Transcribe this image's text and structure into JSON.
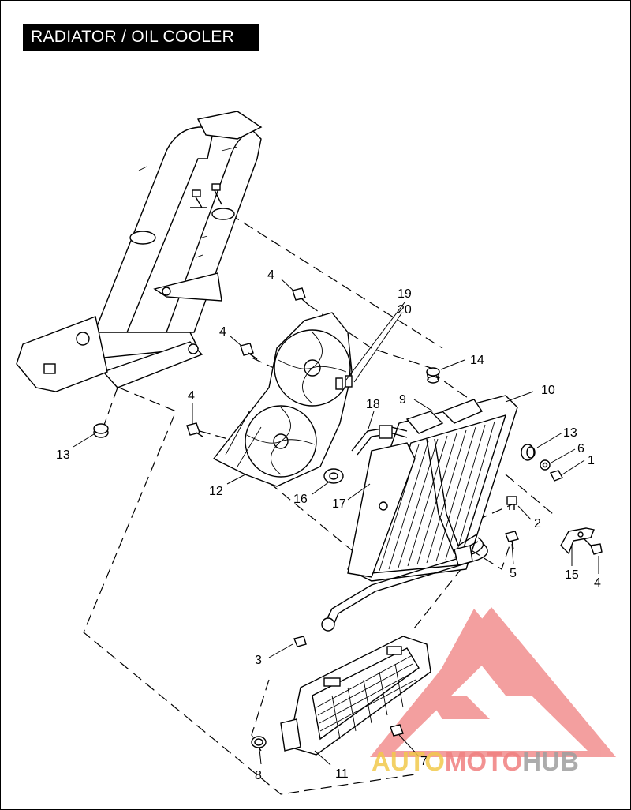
{
  "title": "RADIATOR / OIL COOLER",
  "callouts": {
    "c1": "1",
    "c2": "2",
    "c3": "3",
    "c4a": "4",
    "c4b": "4",
    "c4c": "4",
    "c4d": "4",
    "c5": "5",
    "c6": "6",
    "c7": "7",
    "c8": "8",
    "c9": "9",
    "c10": "10",
    "c11": "11",
    "c12": "12",
    "c13a": "13",
    "c13b": "13",
    "c14": "14",
    "c15": "15",
    "c16": "16",
    "c17": "17",
    "c18": "18",
    "c19": "19",
    "c20": "20"
  },
  "watermark": {
    "part1": "AUTO",
    "part2": "MOTO",
    "part3": "HUB",
    "color_auto": "#f2c94c",
    "color_moto": "#f08080",
    "color_hub": "#9e9e9e",
    "logo_color": "#f08080"
  }
}
